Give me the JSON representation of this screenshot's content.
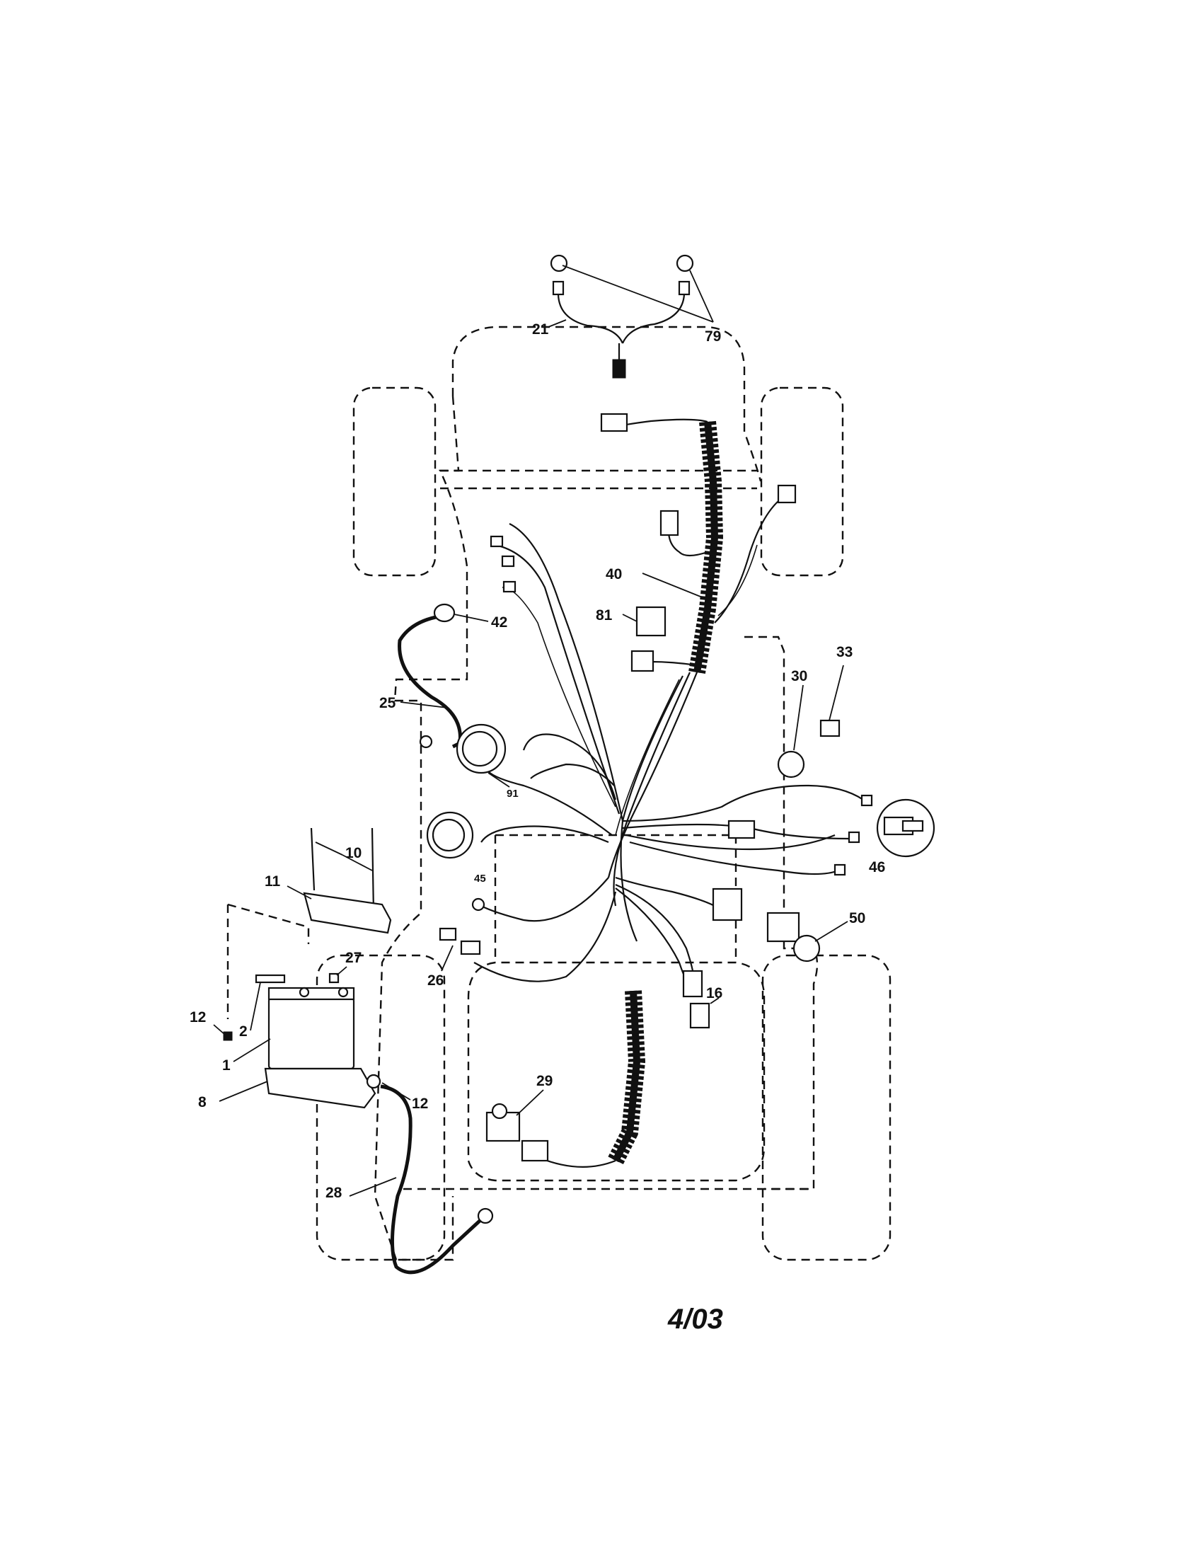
{
  "callouts": {
    "c21": "21",
    "c79": "79",
    "c40": "40",
    "c81": "81",
    "c42": "42",
    "c25": "25",
    "c30": "30",
    "c33": "33",
    "c91": "91",
    "c10": "10",
    "c11": "11",
    "c45": "45",
    "c46": "46",
    "c50": "50",
    "c26": "26",
    "c16": "16",
    "c27": "27",
    "c12a": "12",
    "c2": "2",
    "c1": "1",
    "c8": "8",
    "c12b": "12",
    "c29": "29",
    "c28": "28"
  },
  "revision": "4/03"
}
